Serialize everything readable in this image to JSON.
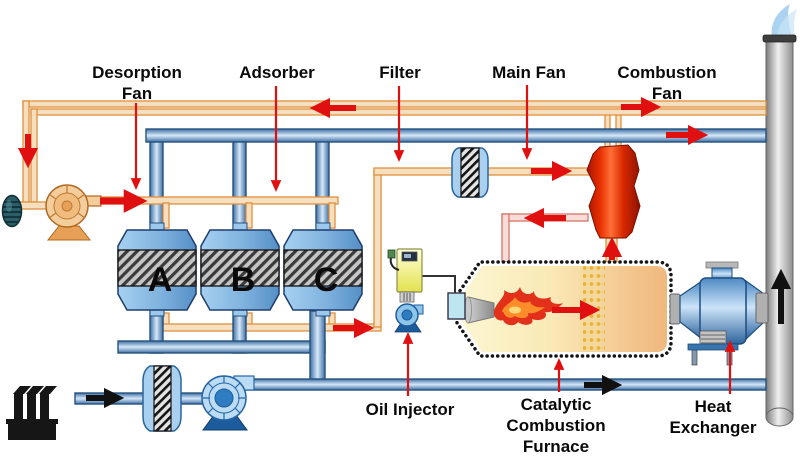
{
  "labels": {
    "desorption_fan": {
      "line1": "Desorption",
      "line2": "Fan"
    },
    "adsorber": {
      "label": "Adsorber"
    },
    "filter": {
      "label": "Filter"
    },
    "main_fan": {
      "label": "Main Fan"
    },
    "combustion_fan": {
      "line1": "Combustion",
      "line2": "Fan"
    },
    "oil_injector": {
      "label": "Oil Injector"
    },
    "catalytic_combustion_furnace": {
      "line1": "Catalytic",
      "line2": "Combustion",
      "line3": "Furnace"
    },
    "heat_exchanger": {
      "line1": "Heat",
      "line2": "Exchanger"
    }
  },
  "adsorber_units": {
    "a": "A",
    "b": "B",
    "c": "C"
  },
  "colors": {
    "label_text": "#0a0a0a",
    "arrow_red": "#e01010",
    "arrow_black": "#111111",
    "pipe_orange_fill": "#f6dfbe",
    "pipe_orange_stroke": "#df8f3e",
    "pipe_blue_stroke": "#24527e",
    "pipe_pink_fill": "#f8dcd8",
    "vessel_blue": "#7fb2de",
    "main_fan_red": "#e83000",
    "furnace_interior_left": "#fcf6d2",
    "furnace_interior_right": "#efb87e",
    "flame_red": "#e43018",
    "catalyst_gold": "#e8b42c",
    "smoke_blue": "#8fc4ea",
    "stack_grey": "#b9b9b9"
  }
}
